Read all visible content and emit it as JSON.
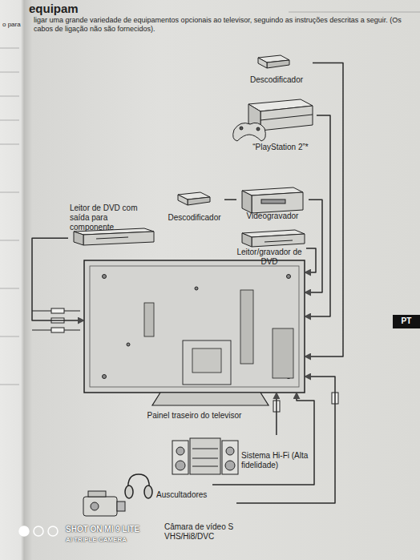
{
  "diagram": {
    "nodes": [
      {
        "text": [
          "Descodificador"
        ]
      },
      {
        "text": [
          "“PlayStation 2”*"
        ]
      },
      {
        "text": [
          "Leitor de DVD com saída para componente"
        ]
      },
      {
        "text": [
          "Descodificador"
        ]
      },
      {
        "text": [
          "Videogravador"
        ]
      },
      {
        "text": [
          "Leitor/gravador de DVD"
        ]
      },
      {
        "text": [
          "Painel traseiro do televisor"
        ]
      },
      {
        "text": [
          "Sistema Hi-Fi (Alta fidelidade)"
        ]
      },
      {
        "text": [
          "Auscultadores"
        ]
      },
      {
        "text": [
          "Câmara de vídeo S VHS/Hi8/DVC"
        ]
      }
    ],
    "edges": [
      {
        "from": 0,
        "to": 6,
        "arrow": "to"
      },
      {
        "from": 1,
        "to": 6,
        "arrow": "to"
      },
      {
        "from": 2,
        "to": 6,
        "arrow": "to"
      },
      {
        "from": 3,
        "to": 4,
        "arrow": "none"
      },
      {
        "from": 4,
        "to": 6,
        "arrow": "to"
      },
      {
        "from": 5,
        "to": 6,
        "arrow": "to"
      },
      {
        "from": 7,
        "to": 6,
        "arrow": "to"
      },
      {
        "from": 8,
        "to": 6,
        "arrow": "to"
      },
      {
        "from": 9,
        "to": 6,
        "arrow": "to"
      }
    ],
    "labels": [
      "equipam",
      "ligar uma grande variedade de equipamentos opcionais ao televisor, seguindo as instruções descritas a seguir. (Os cabos de ligação não são fornecidos).",
      "o para",
      "PT",
      "SHOT ON MI 9 LITE",
      "AI TRIPLE CAMERA"
    ]
  }
}
